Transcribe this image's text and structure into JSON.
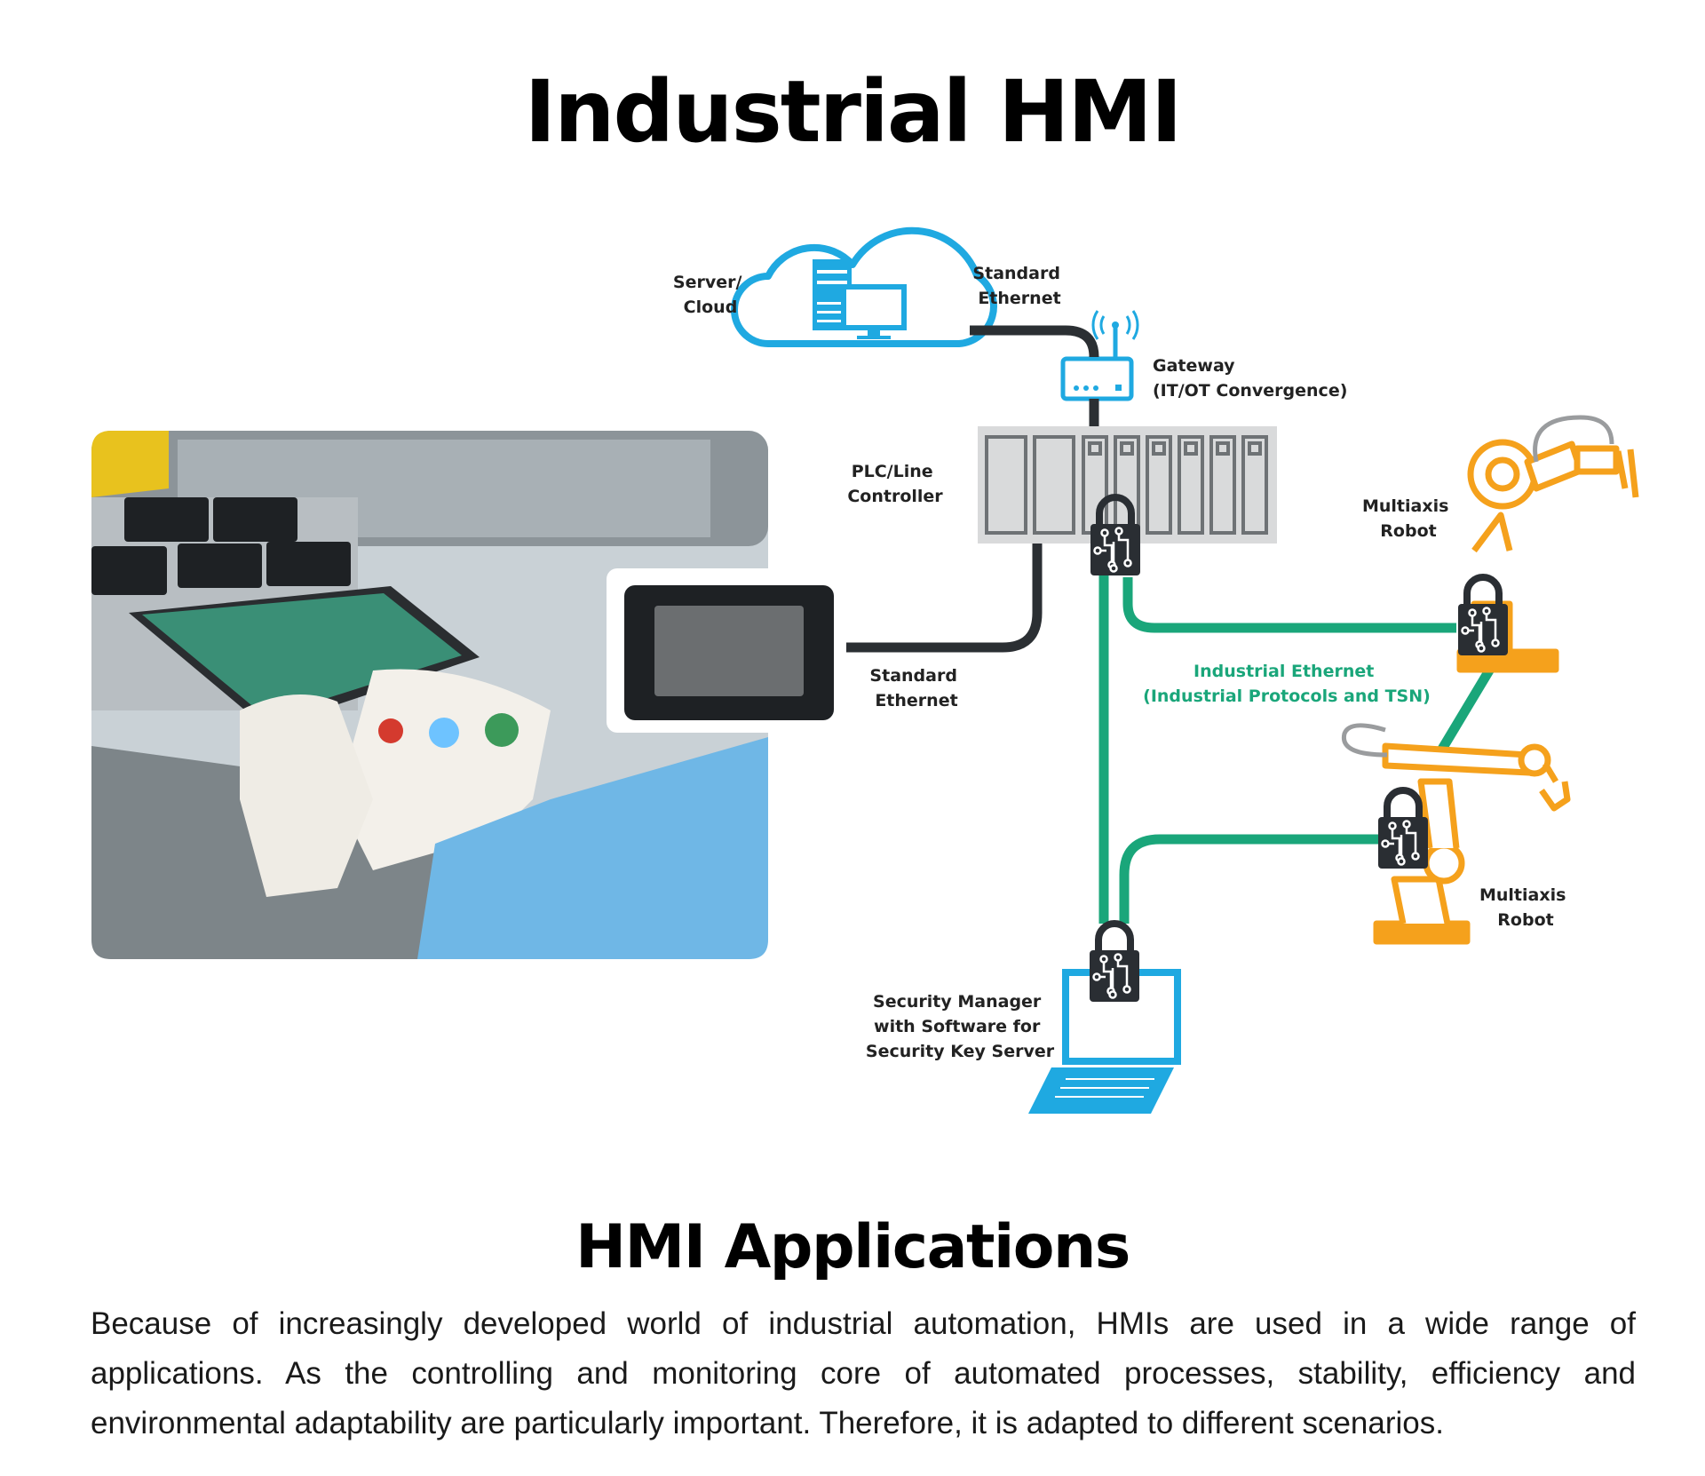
{
  "header": {
    "title": "Industrial HMI"
  },
  "diagram": {
    "labels": {
      "server_cloud": [
        "Server/",
        "Cloud"
      ],
      "standard_ethernet_top": [
        "Standard",
        "Ethernet"
      ],
      "gateway": [
        "Gateway",
        "(IT/OT Convergence)"
      ],
      "plc": [
        "PLC/Line",
        "Controller"
      ],
      "standard_ethernet_mid": [
        "Standard",
        "Ethernet"
      ],
      "industrial_ethernet": [
        "Industrial Ethernet",
        "(Industrial Protocols and TSN)"
      ],
      "robot_top": [
        "Multiaxis",
        "Robot"
      ],
      "robot_bottom": [
        "Multiaxis",
        "Robot"
      ],
      "security_manager": [
        "Security Manager",
        "with Software for",
        "Security Key Server"
      ]
    },
    "colors": {
      "cloud_blue": "#1fa9e1",
      "ethernet_dark": "#2b2f33",
      "industrial_green": "#1aa67a",
      "robot_orange": "#f5a11c",
      "plc_gray": "#d9dadb",
      "lock_dark": "#2a2e33"
    }
  },
  "section": {
    "title": "HMI Applications",
    "body": "Because of increasingly developed world of industrial automation, HMIs are used in a wide range of applications. As the controlling and monitoring core of automated processes, stability, efficiency and environmental adaptability are particularly important. Therefore, it is adapted to different scenarios."
  }
}
